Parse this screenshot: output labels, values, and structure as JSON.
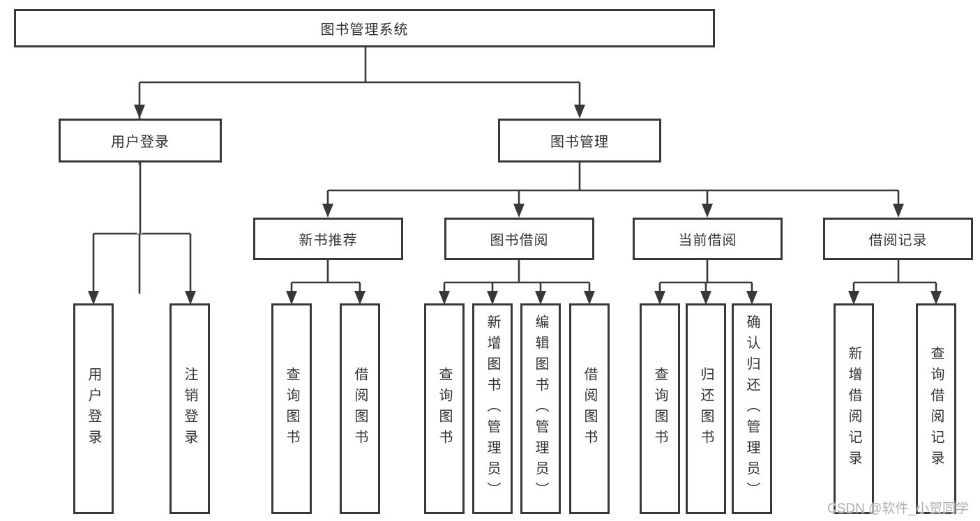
{
  "diagram_title": "图书管理系统",
  "colors": {
    "line": "#383838",
    "box_border": "#383838",
    "box_background": "#ffffff",
    "text": "#333333",
    "watermark": "#aeaeae",
    "background": "#ffffff"
  },
  "nodes": {
    "root": {
      "label": "图书管理系统"
    },
    "user_login": {
      "label": "用户登录"
    },
    "book_mgmt": {
      "label": "图书管理"
    },
    "new_book_rec": {
      "label": "新书推荐"
    },
    "book_borrow": {
      "label": "图书借阅"
    },
    "current_borrow": {
      "label": "当前借阅"
    },
    "borrow_record": {
      "label": "借阅记录"
    },
    "leaf_user_login": {
      "label": "用户登录"
    },
    "leaf_logout": {
      "label": "注销登录"
    },
    "leaf_query_book_rec": {
      "label": "查询图书"
    },
    "leaf_borrow_book_rec": {
      "label": "借阅图书"
    },
    "leaf_query_book_borrow": {
      "label": "查询图书"
    },
    "leaf_add_book": {
      "label": "新增图书（管理员）"
    },
    "leaf_edit_book": {
      "label": "编辑图书（管理员）"
    },
    "leaf_borrow_book_borrow": {
      "label": "借阅图书"
    },
    "leaf_query_book_current": {
      "label": "查询图书"
    },
    "leaf_return_book": {
      "label": "归还图书"
    },
    "leaf_confirm_return": {
      "label": "确认归还（管理员）"
    },
    "leaf_add_record": {
      "label": "新增借阅记录"
    },
    "leaf_query_record": {
      "label": "查询借阅记录"
    }
  },
  "watermark": {
    "text": "CSDN @软件_小贺同学"
  }
}
